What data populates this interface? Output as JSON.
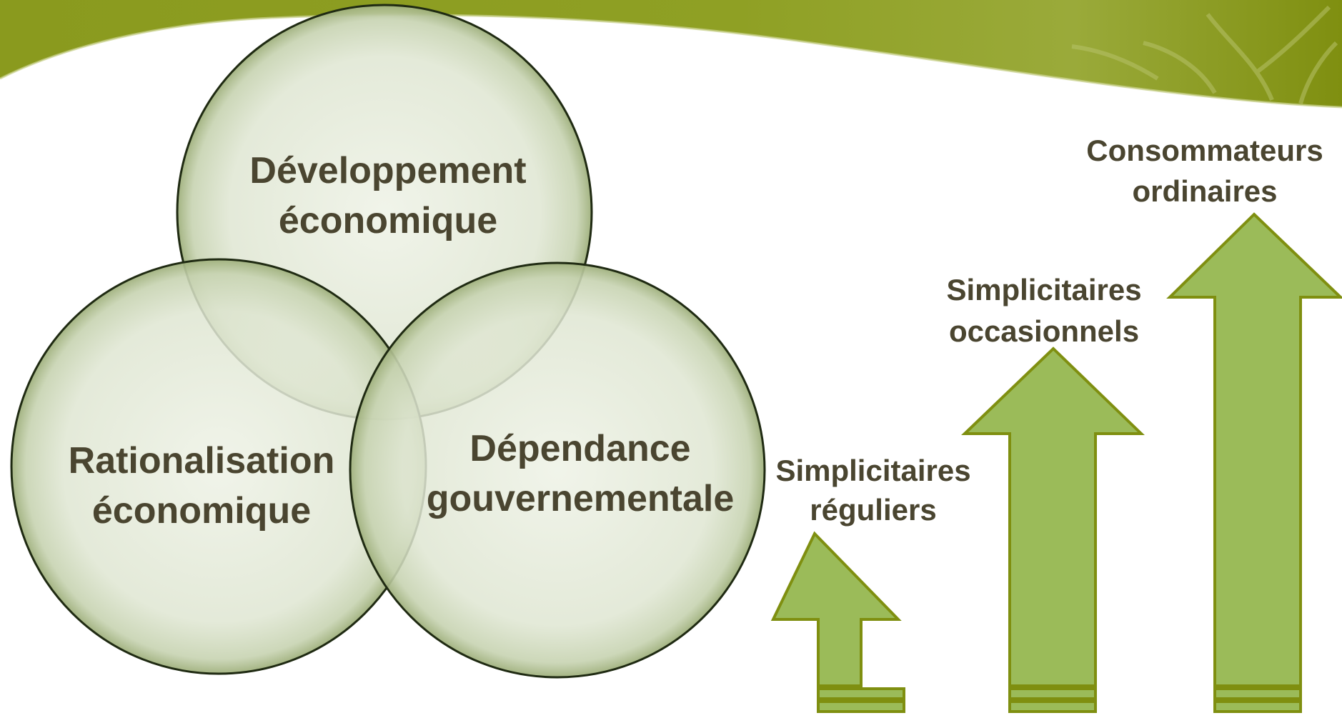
{
  "colors": {
    "header_green": "#8a9a1e",
    "arrow_fill": "#9bbb59",
    "arrow_stroke": "#7f8f10",
    "circle_fill": "#e6ebdc",
    "circle_stroke": "#1f2a12",
    "text_color": "#4a4530"
  },
  "venn": {
    "top": {
      "line1": "Développement",
      "line2": "économique"
    },
    "left": {
      "line1": "Rationalisation",
      "line2": "économique"
    },
    "right": {
      "line1": "Dépendance",
      "line2": "gouvernementale"
    }
  },
  "arrows": [
    {
      "line1": "Simplicitaires",
      "line2": "réguliers"
    },
    {
      "line1": "Simplicitaires",
      "line2": "occasionnels"
    },
    {
      "line1": "Consommateurs",
      "line2": "ordinaires"
    }
  ]
}
